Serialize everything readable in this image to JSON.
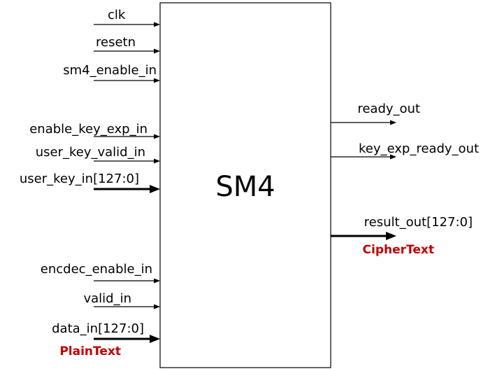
{
  "module": {
    "name": "SM4",
    "inputs": [
      {
        "name": "clk",
        "bus": false
      },
      {
        "name": "resetn",
        "bus": false
      },
      {
        "name": "sm4_enable_in",
        "bus": false
      },
      {
        "name": "enable_key_exp_in",
        "bus": false
      },
      {
        "name": "user_key_valid_in",
        "bus": false
      },
      {
        "name": "user_key_in[127:0]",
        "bus": true
      },
      {
        "name": "encdec_enable_in",
        "bus": false
      },
      {
        "name": "valid_in",
        "bus": false
      },
      {
        "name": "data_in[127:0]",
        "bus": true,
        "note": "PlainText"
      }
    ],
    "outputs": [
      {
        "name": "ready_out",
        "bus": false
      },
      {
        "name": "key_exp_ready_out",
        "bus": false
      },
      {
        "name": "result_out[127:0]",
        "bus": true,
        "note": "CipherText"
      }
    ]
  },
  "colors": {
    "note": "#c00000",
    "line": "#000000"
  }
}
